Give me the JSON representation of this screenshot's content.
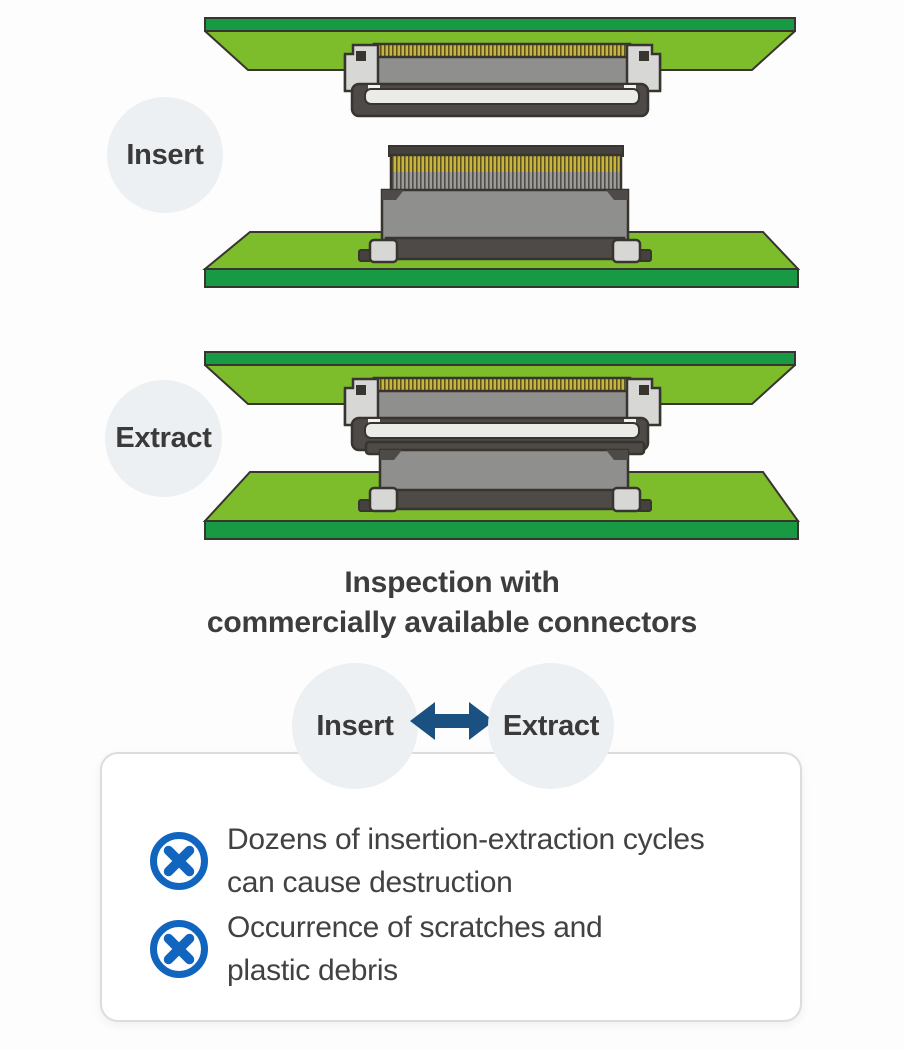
{
  "diagram": {
    "insert_label": "Insert",
    "extract_label": "Extract",
    "illustration": "board-to-board-connector-cross-sections",
    "icons": {
      "insert_scene": "separated-connectors-diagram",
      "extract_scene": "mated-connectors-diagram"
    }
  },
  "caption": {
    "line1": "Inspection with",
    "line2": "commercially available connectors"
  },
  "cycle": {
    "insert_label": "Insert",
    "extract_label": "Extract",
    "arrow_icon": "double-headed-arrow-icon"
  },
  "notes": {
    "items": [
      {
        "icon": "crossed-circle-icon",
        "line1": "Dozens of insertion-extraction cycles",
        "line2": "can cause destruction"
      },
      {
        "icon": "crossed-circle-icon",
        "line1": "Occurrence of scratches and",
        "line2": "plastic debris"
      }
    ]
  },
  "colors": {
    "board_green": "#7dbd2b",
    "board_edge_green": "#179a43",
    "outline_dark": "#38342f",
    "connector_gray": "#8f8f8e",
    "connector_light_gray": "#d7d7d6",
    "connector_dark_gray": "#4e4a47",
    "pin_gold": "#c9b43d",
    "arrow_blue": "#1b5180",
    "icon_blue": "#1165bf",
    "badge_gray": "#edf0f2",
    "text_dark": "#3d3d3d"
  }
}
